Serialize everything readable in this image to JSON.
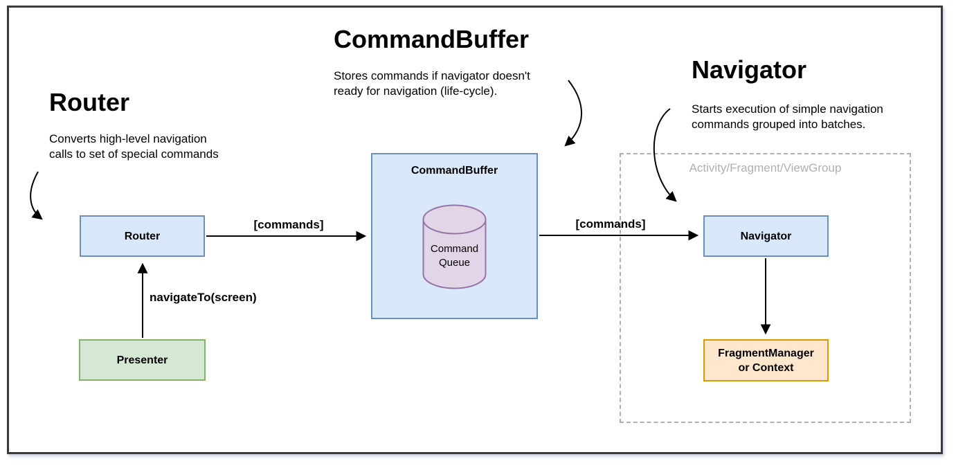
{
  "diagram": {
    "sections": {
      "router": {
        "heading": "Router",
        "description": "Converts high-level navigation\ncalls to set of special commands"
      },
      "command_buffer": {
        "heading": "CommandBuffer",
        "description": "Stores commands if navigator doesn't\nready for navigation (life-cycle)."
      },
      "navigator": {
        "heading": "Navigator",
        "description": "Starts execution of simple navigation\ncommands grouped into batches."
      }
    },
    "group": {
      "label": "Activity/Fragment/ViewGroup"
    },
    "nodes": {
      "router": {
        "label": "Router"
      },
      "presenter": {
        "label": "Presenter"
      },
      "command_buffer": {
        "label": "CommandBuffer"
      },
      "command_queue": {
        "label": "Command\nQueue"
      },
      "navigator": {
        "label": "Navigator"
      },
      "fragment_manager": {
        "label": "FragmentManager\nor Context"
      }
    },
    "edges": {
      "router_to_command_buffer": {
        "label": "[commands]"
      },
      "command_buffer_to_navigator": {
        "label": "[commands]"
      },
      "presenter_to_router": {
        "label": "navigateTo(screen)"
      }
    }
  },
  "colors": {
    "node_blue_fill": "#dae8fc",
    "node_blue_border": "#6c8ebf",
    "node_green_fill": "#d5e8d4",
    "node_green_border": "#82b366",
    "node_orange_fill": "#ffe6cc",
    "node_orange_border": "#d79b00",
    "cylinder_fill": "#e1d5e7",
    "cylinder_border": "#9673a6",
    "group_border": "#b0b0b0",
    "group_label": "#b0b0b0",
    "arrow": "#000000",
    "frame_border": "#3a3a3a"
  }
}
